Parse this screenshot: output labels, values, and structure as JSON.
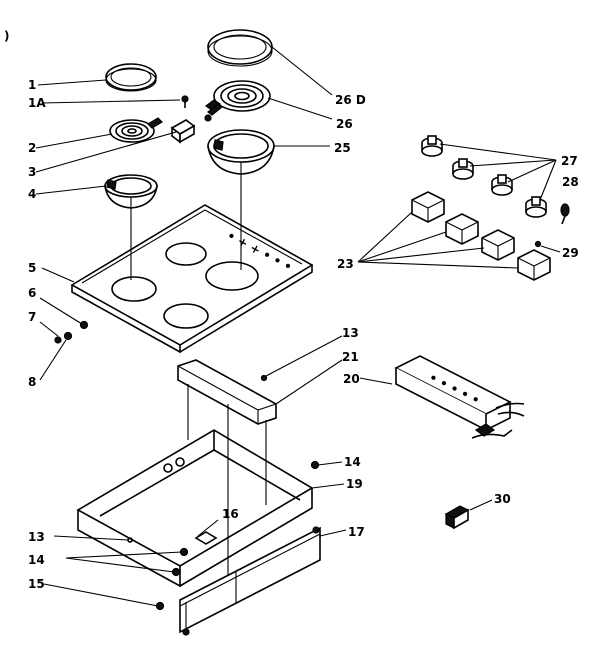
{
  "diagram": {
    "top_left_mark": ")",
    "cooktop_tick_marks": "• + + • • •",
    "wire_harness_marks": "• • • • •",
    "callouts": [
      {
        "id": "c1",
        "label": "1"
      },
      {
        "id": "c1a",
        "label": "1A"
      },
      {
        "id": "c2",
        "label": "2"
      },
      {
        "id": "c3",
        "label": "3"
      },
      {
        "id": "c4",
        "label": "4"
      },
      {
        "id": "c5",
        "label": "5"
      },
      {
        "id": "c6",
        "label": "6"
      },
      {
        "id": "c7",
        "label": "7"
      },
      {
        "id": "c8",
        "label": "8"
      },
      {
        "id": "c26d",
        "label": "26 D"
      },
      {
        "id": "c26",
        "label": "26"
      },
      {
        "id": "c25",
        "label": "25"
      },
      {
        "id": "c27",
        "label": "27"
      },
      {
        "id": "c28",
        "label": "28"
      },
      {
        "id": "c29",
        "label": "29"
      },
      {
        "id": "c23",
        "label": "23"
      },
      {
        "id": "c13a",
        "label": "13"
      },
      {
        "id": "c21",
        "label": "21"
      },
      {
        "id": "c20",
        "label": "20"
      },
      {
        "id": "c14a",
        "label": "14"
      },
      {
        "id": "c19",
        "label": "19"
      },
      {
        "id": "c30",
        "label": "30"
      },
      {
        "id": "c16",
        "label": "16"
      },
      {
        "id": "c13b",
        "label": "13"
      },
      {
        "id": "c14b",
        "label": "14"
      },
      {
        "id": "c17",
        "label": "17"
      },
      {
        "id": "c15",
        "label": "15"
      }
    ]
  }
}
